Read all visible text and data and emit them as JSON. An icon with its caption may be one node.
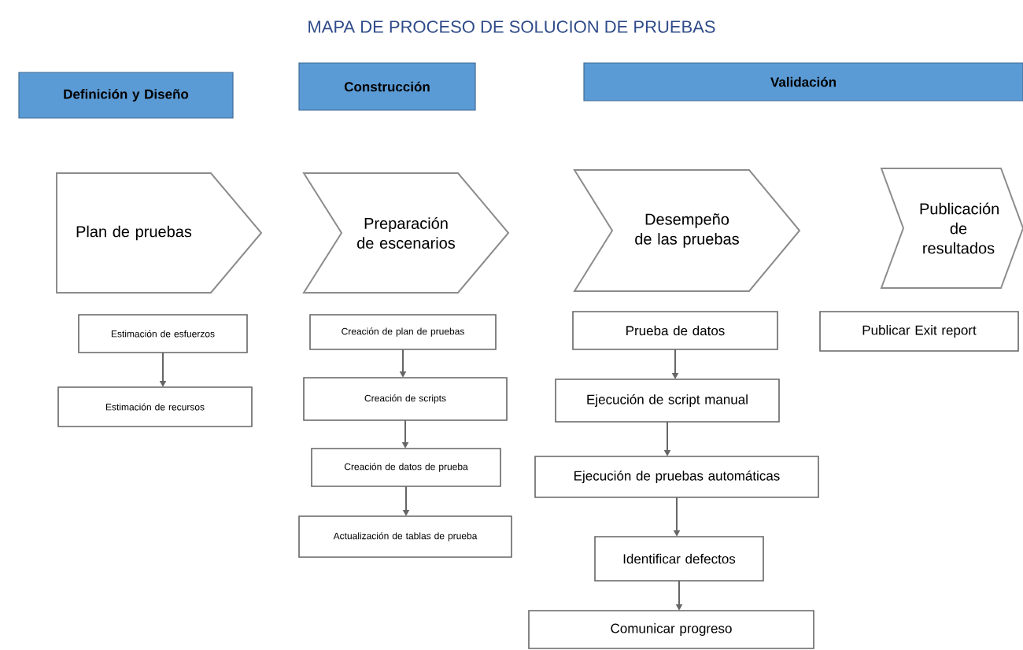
{
  "diagram": {
    "title": "MAPA DE PROCESO DE SOLUCION DE PRUEBAS",
    "nodes": [
      {
        "text": [
          "Definición y Diseño"
        ]
      },
      {
        "text": [
          "Construcción"
        ]
      },
      {
        "text": [
          "Validación"
        ]
      },
      {
        "text": [
          "Plan de pruebas"
        ]
      },
      {
        "text": [
          "Preparación de escenarios"
        ]
      },
      {
        "text": [
          "Desempeño de las pruebas"
        ]
      },
      {
        "text": [
          "Publicación de resultados"
        ]
      },
      {
        "text": [
          "Estimación de esfuerzos"
        ]
      },
      {
        "text": [
          "Estimación de recursos"
        ]
      },
      {
        "text": [
          "Creación de plan de pruebas"
        ]
      },
      {
        "text": [
          "Creación de scripts"
        ]
      },
      {
        "text": [
          "Creación de datos de prueba"
        ]
      },
      {
        "text": [
          "Actualización de tablas de prueba"
        ]
      },
      {
        "text": [
          "Prueba de datos"
        ]
      },
      {
        "text": [
          "Ejecución de script manual"
        ]
      },
      {
        "text": [
          "Ejecución de pruebas automáticas"
        ]
      },
      {
        "text": [
          "Identificar defectos"
        ]
      },
      {
        "text": [
          "Comunicar progreso"
        ]
      },
      {
        "text": [
          "Publicar Exit report"
        ]
      }
    ],
    "edges": [
      {
        "from": 7,
        "to": 8,
        "arrow": "to"
      },
      {
        "from": 9,
        "to": 10,
        "arrow": "to"
      },
      {
        "from": 10,
        "to": 11,
        "arrow": "to"
      },
      {
        "from": 11,
        "to": 12,
        "arrow": "to"
      },
      {
        "from": 13,
        "to": 14,
        "arrow": "to"
      },
      {
        "from": 14,
        "to": 15,
        "arrow": "to"
      },
      {
        "from": 15,
        "to": 16,
        "arrow": "to"
      },
      {
        "from": 16,
        "to": 17,
        "arrow": "to"
      }
    ]
  }
}
